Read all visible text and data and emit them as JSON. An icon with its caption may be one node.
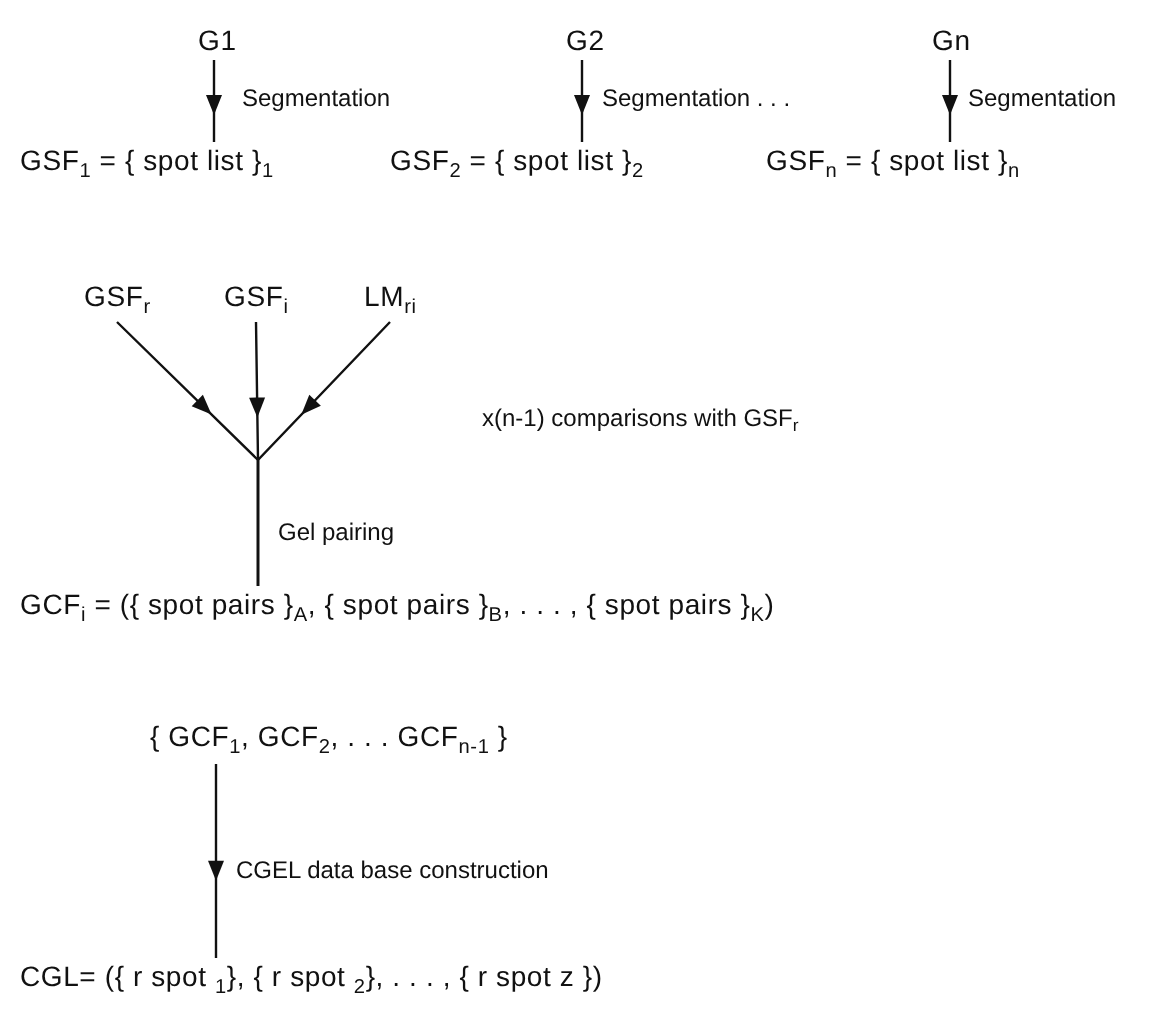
{
  "diagram": {
    "nodes": [
      {
        "text": [
          "G1"
        ]
      },
      {
        "text": [
          "G2"
        ]
      },
      {
        "text": [
          "Gn"
        ]
      },
      {
        "text": [
          "GSF$_{1}$ = { spot list }$_{1}$"
        ]
      },
      {
        "text": [
          "GSF$_{2}$ = { spot list }$_{2}$"
        ]
      },
      {
        "text": [
          "GSF$_{n}$ = { spot list }$_{n}$"
        ]
      },
      {
        "text": [
          "GSF$_{r}$"
        ]
      },
      {
        "text": [
          "GSF$_{i}$"
        ]
      },
      {
        "text": [
          "LM$_{ri}$"
        ]
      },
      {
        "text": [
          "GCF$_{i}$ = ({ spot pairs }$_{A}$, { spot pairs }$_{B}$, . . . , { spot pairs }$_{K}$)"
        ]
      },
      {
        "text": [
          "{ GCF$_{1}$, GCF$_{2}$, . . . GCF$_{n-1}$ }"
        ]
      },
      {
        "text": [
          "CGL= ({ r spot $_{1}$}, { r spot $_{2}$}, . . . , { r spot z })"
        ]
      }
    ],
    "edges": [
      {
        "from": 0,
        "to": 3,
        "arrow": "to",
        "label": "Segmentation"
      },
      {
        "from": 1,
        "to": 4,
        "arrow": "to",
        "label": "Segmentation . . ."
      },
      {
        "from": 2,
        "to": 5,
        "arrow": "to",
        "label": "Segmentation"
      },
      {
        "from": 6,
        "to": 9,
        "arrow": "to"
      },
      {
        "from": 7,
        "to": 9,
        "arrow": "to",
        "label": "Gel pairing"
      },
      {
        "from": 8,
        "to": 9,
        "arrow": "to"
      },
      {
        "from": 10,
        "to": 11,
        "arrow": "to",
        "label": "CGEL data base construction"
      }
    ],
    "labels": [
      "x(n-1) comparisons with GSF$_{r}$"
    ]
  }
}
